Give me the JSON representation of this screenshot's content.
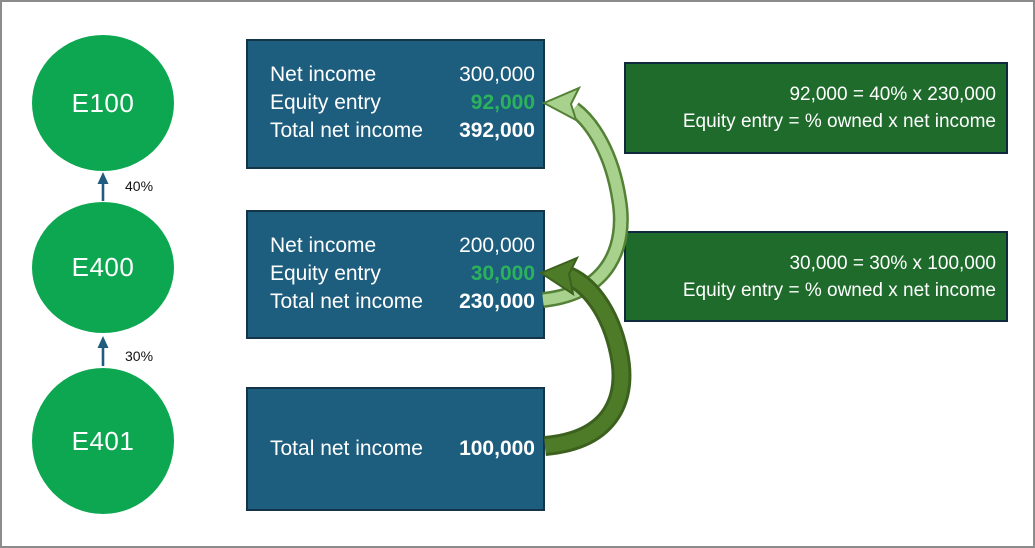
{
  "diagram": {
    "entities": [
      {
        "name": "E100"
      },
      {
        "name": "E400",
        "ownership_in_parent": "40%"
      },
      {
        "name": "E401",
        "ownership_in_parent": "30%"
      }
    ],
    "income_boxes": {
      "e100": {
        "rows": [
          {
            "label": "Net income",
            "value": "300,000"
          },
          {
            "label": "Equity entry",
            "value": "92,000"
          },
          {
            "label": "Total net income",
            "value": "392,000"
          }
        ]
      },
      "e400": {
        "rows": [
          {
            "label": "Net income",
            "value": "200,000"
          },
          {
            "label": "Equity entry",
            "value": "30,000"
          },
          {
            "label": "Total net income",
            "value": "230,000"
          }
        ]
      },
      "e401": {
        "rows": [
          {
            "label": "Total net income",
            "value": "100,000"
          }
        ]
      }
    },
    "callouts": [
      {
        "formula": "92,000 = 40% x 230,000",
        "rule": "Equity entry = % owned x net income"
      },
      {
        "formula": "30,000 = 30% x 100,000",
        "rule": "Equity entry = % owned x net income"
      }
    ],
    "colors": {
      "entity_green": "#0ca750",
      "income_box_fill": "#1d5d7e",
      "income_box_border": "#14344a",
      "equity_value_green": "#2cb25c",
      "callout_fill": "#1e6b2b",
      "callout_border": "#0e2a3c",
      "ownership_arrow_blue": "#1f5c7d",
      "flow_arrow_light_fill": "#a9d18e",
      "flow_arrow_light_outline": "#538135",
      "flow_arrow_dark_fill": "#4e7b28",
      "flow_arrow_dark_outline": "#3c611f",
      "canvas_border": "#8c8c8c"
    }
  }
}
